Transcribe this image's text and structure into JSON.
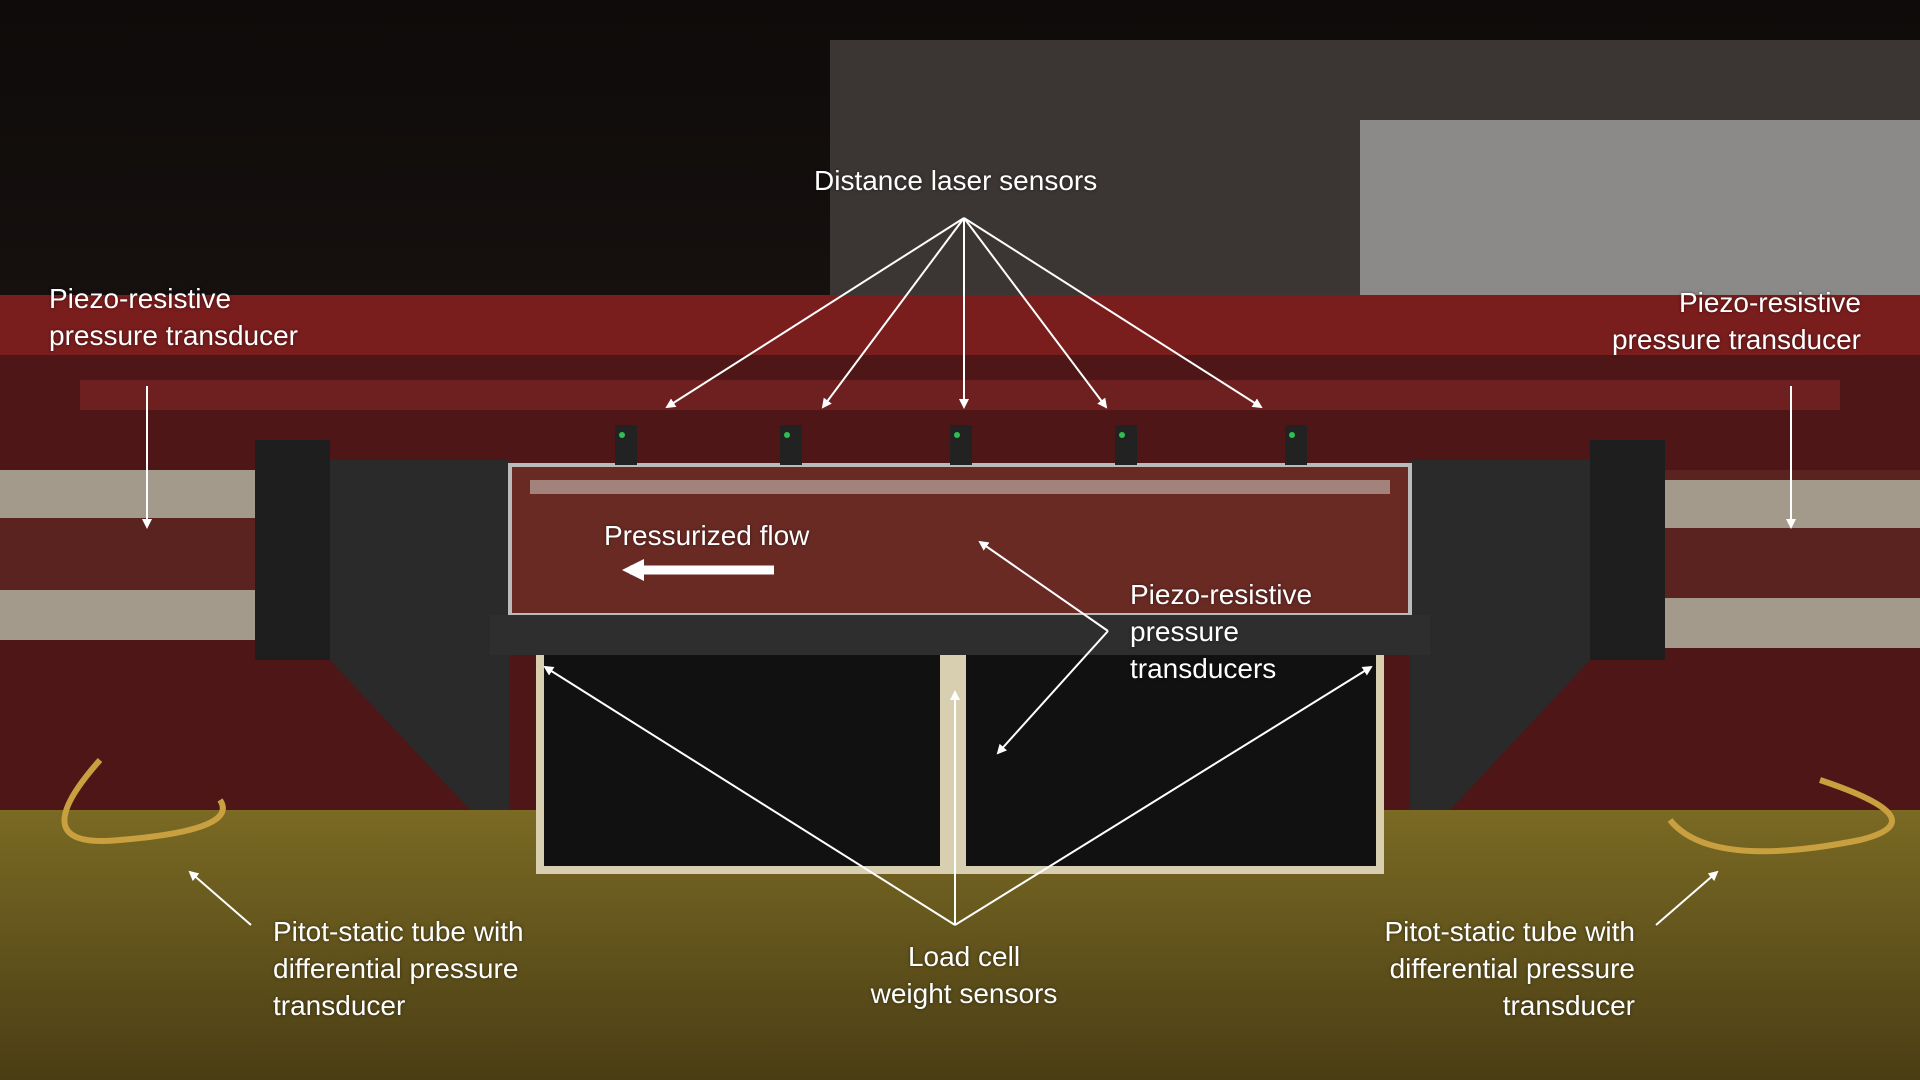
{
  "labels": {
    "distance_laser": "Distance laser sensors",
    "piezo_left": [
      "Piezo-resistive",
      "pressure transducer"
    ],
    "piezo_right": [
      "Piezo-resistive",
      "pressure transducer"
    ],
    "pressurized_flow": "Pressurized flow",
    "piezo_center": [
      "Piezo-resistive",
      "pressure",
      "transducers"
    ],
    "load_cell": [
      "Load cell",
      "weight sensors"
    ],
    "pitot_left": [
      "Pitot-static tube with",
      "differential pressure",
      "transducer"
    ],
    "pitot_right": [
      "Pitot-static tube with",
      "differential pressure",
      "transducer"
    ]
  },
  "colors": {
    "annotation": "#ffffff",
    "background_dark": "#1a1412",
    "red_band": "#6e1a1a",
    "table_yellow": "#6b5a1c",
    "frame_dark": "#2a2a2a"
  }
}
